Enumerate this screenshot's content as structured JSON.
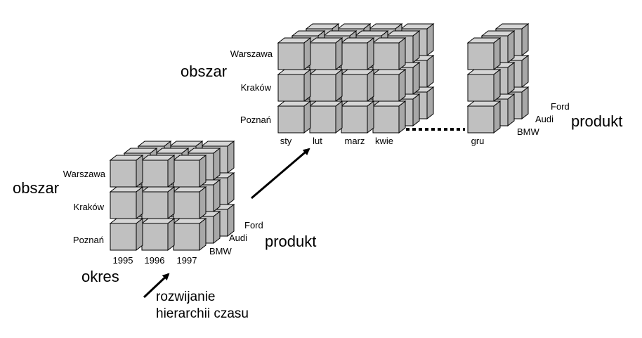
{
  "small_cube": {
    "region_title": "obszar",
    "regions": [
      "Warszawa",
      "Kraków",
      "Poznań"
    ],
    "time_title": "okres",
    "years": [
      "1995",
      "1996",
      "1997"
    ],
    "product_title": "produkt",
    "products": [
      "Ford",
      "Audi",
      "BMW"
    ]
  },
  "large_cube": {
    "region_title": "obszar",
    "regions": [
      "Warszawa",
      "Kraków",
      "Poznań"
    ],
    "months": [
      "sty",
      "lut",
      "marz",
      "kwie"
    ],
    "last_month": "gru",
    "product_title": "produkt",
    "products": [
      "Ford",
      "Audi",
      "BMW"
    ]
  },
  "drilldown_caption": {
    "line1": "rozwijanie",
    "line2": "hierarchii czasu"
  },
  "colors": {
    "face": "#c0c0c0",
    "side": "#a8a8a8",
    "top": "#d6d6d6",
    "edge": "#000000"
  }
}
